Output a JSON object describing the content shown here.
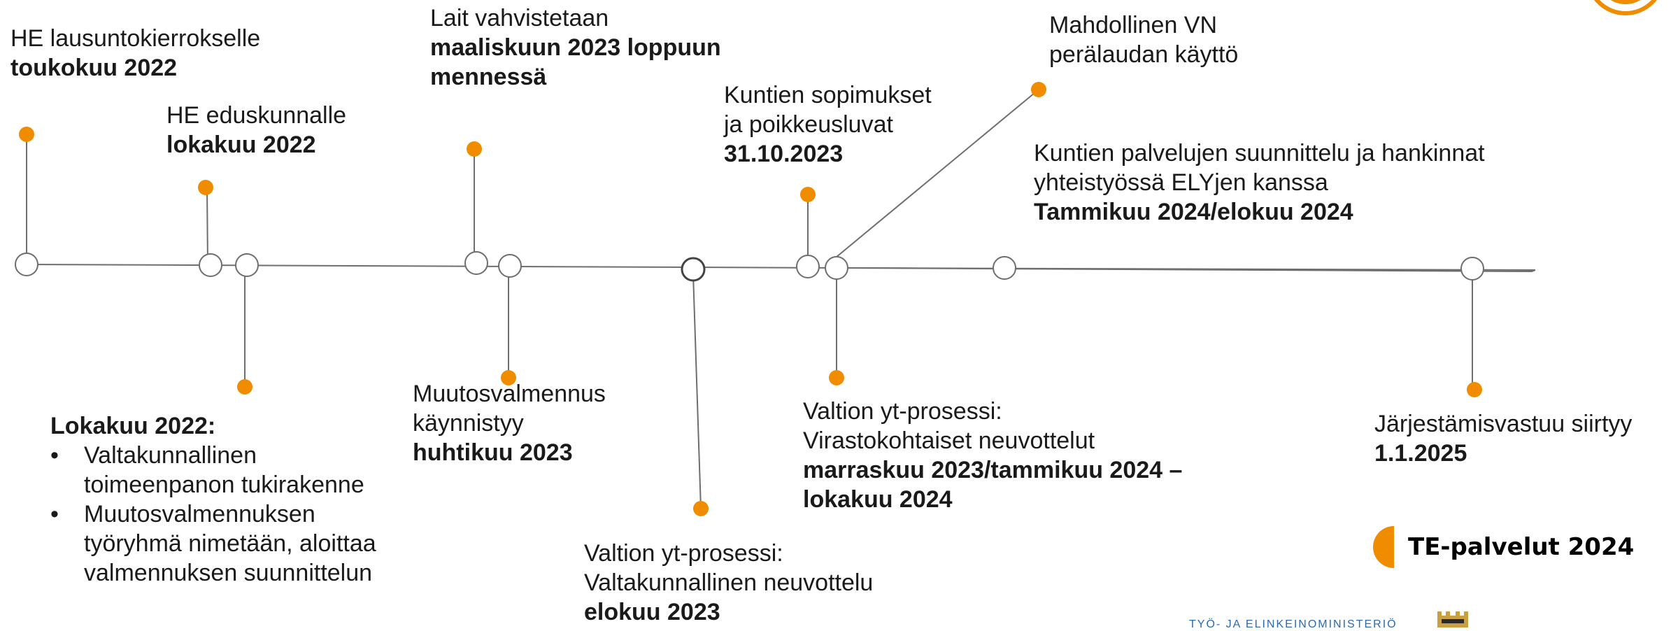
{
  "colors": {
    "accent": "#f08c00",
    "line": "#6e6e6e",
    "node_stroke": "#6e6e6e",
    "ministry_blue": "#2a6ab3"
  },
  "labels": {
    "he_lausunto": {
      "line1": "HE lausuntokierrokselle",
      "line2": "toukokuu 2022"
    },
    "he_eduskunta": {
      "line1": "HE eduskunnalle",
      "line2": "lokakuu 2022"
    },
    "lait": {
      "line1": "Lait vahvistetaan",
      "line2": "maaliskuun 2023 loppuun",
      "line3": "mennessä"
    },
    "kuntien_sopimukset": {
      "line1": "Kuntien sopimukset",
      "line2": "ja poikkeusluvat",
      "line3": "31.10.2023"
    },
    "vn_peralauta": {
      "line1": "Mahdollinen VN",
      "line2": "perälaudan käyttö"
    },
    "kuntien_palvelut": {
      "line1": "Kuntien palvelujen suunnittelu ja hankinnat",
      "line2": "yhteistyössä ELYjen kanssa",
      "line3": "Tammikuu 2024/elokuu 2024"
    },
    "lokakuu": {
      "heading": "Lokakuu 2022:",
      "bullets": [
        {
          "line1": "Valtakunnallinen",
          "line2": "toimeenpanon tukirakenne"
        },
        {
          "line1": "Muutosvalmennuksen",
          "line2": "työryhmä nimetään, aloittaa",
          "line3": "valmennuksen suunnittelun"
        }
      ]
    },
    "muutosvalmennus": {
      "line1": "Muutosvalmennus",
      "line2": "käynnistyy",
      "line3": "huhtikuu 2023"
    },
    "valtakunnallinen_neuvottelu": {
      "line1": "Valtion yt-prosessi:",
      "line2": "Valtakunnallinen neuvottelu",
      "line3": "elokuu 2023"
    },
    "virastokohtaiset": {
      "line1": "Valtion yt-prosessi:",
      "line2": "Virastokohtaiset neuvottelut",
      "line3": "marraskuu 2023/tammikuu 2024 –",
      "line4": "lokakuu 2024"
    },
    "jarjestamisvastuu": {
      "line1": "Järjestämisvastuu siirtyy",
      "line2": "1.1.2025"
    }
  },
  "logo": {
    "text": "TE-palvelut 2024"
  },
  "footer": {
    "ministry": "TYÖ- JA ELINKEINOMINISTERIÖ"
  }
}
